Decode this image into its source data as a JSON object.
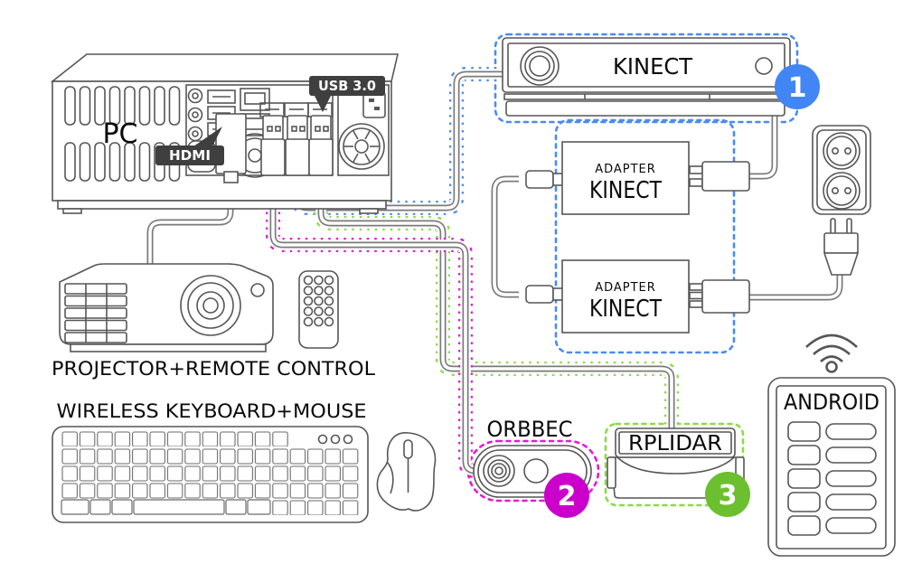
{
  "diagram": {
    "pc": {
      "label": "PC",
      "hdmi_label": "HDMI",
      "usb_label": "USB 3.0"
    },
    "kinect": {
      "label": "KINECT",
      "badge": "1"
    },
    "adapters": [
      {
        "line1": "ADAPTER",
        "line2": "KINECT"
      },
      {
        "line1": "ADAPTER",
        "line2": "KINECT"
      }
    ],
    "projector": {
      "caption": "PROJECTOR+REMOTE CONTROL"
    },
    "keyboard": {
      "caption": "WIRELESS KEYBOARD+MOUSE"
    },
    "orbbec": {
      "label": "ORBBEC",
      "badge": "2"
    },
    "rplidar": {
      "label": "RPLIDAR",
      "badge": "3"
    },
    "android": {
      "label": "ANDROID"
    },
    "colors": {
      "kinect_accent": "#4285f4",
      "orbbec_accent": "#cb00cb",
      "rplidar_accent": "#6cbf2e",
      "blue_dash": "#4a8cf0",
      "magenta_dash": "#e41bd4",
      "green_dash": "#8bdb46",
      "callout_bg": "#3f3f3f",
      "line": "#565656"
    }
  }
}
